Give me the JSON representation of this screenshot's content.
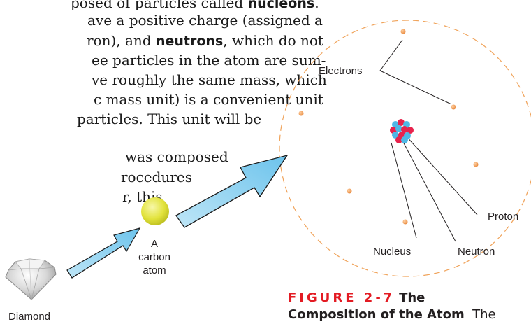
{
  "body_text": {
    "line1": {
      "pre": "posed of particles called ",
      "bold": "nucleons",
      "post": "."
    },
    "line2": "ave a positive charge (assigned a",
    "line3": {
      "pre": "ron), and ",
      "bold": "neutrons",
      "post": ", which do not"
    },
    "line4": "ee particles in the atom are sum-",
    "line5": "ve roughly the same mass, which",
    "line6": "c mass unit) is a convenient unit",
    "line7": "particles. This unit will be",
    "line8": "was composed",
    "line9": "rocedures",
    "line10": "r, this"
  },
  "figure": {
    "labels": {
      "electrons": "Electrons",
      "proton": "Proton",
      "neutron": "Neutron",
      "nucleus": "Nucleus",
      "carbon_atom": [
        "A",
        "carbon",
        "atom"
      ],
      "diamond": "Diamond"
    },
    "colors": {
      "electron": "#f4a35c",
      "proton": "#e8234d",
      "neutron": "#4fb8e6",
      "orbit_dash": "#f0a35a",
      "arrow_fill": "#9cd6f2",
      "carbon_atom": "#e2e33c",
      "figure_red": "#e31b23"
    }
  },
  "caption": {
    "figure_label": "FIGURE 2-7",
    "title": "The",
    "title_line2": "Composition of the Atom",
    "trailing": "The"
  }
}
